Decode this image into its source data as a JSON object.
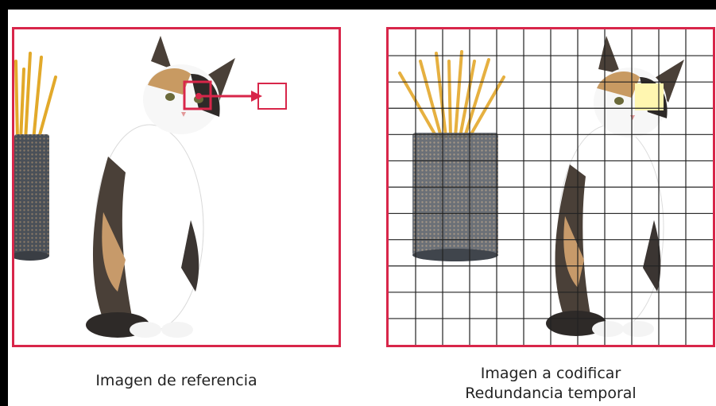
{
  "captions": {
    "reference": "Imagen de referencia",
    "encode_line1": "Imagen a codificar",
    "encode_line2": "Redundancia temporal"
  },
  "colors": {
    "frame": "#000000",
    "panel_border": "#d8264a",
    "motion_vector": "#d8264a",
    "highlight_block": "#fff6b0",
    "grid": "#222222"
  },
  "icons": {
    "reference_scene": "cat-and-pencil-cup-illustration",
    "encode_scene": "cat-and-pencil-cup-illustration",
    "arrow": "motion-vector-arrow"
  }
}
